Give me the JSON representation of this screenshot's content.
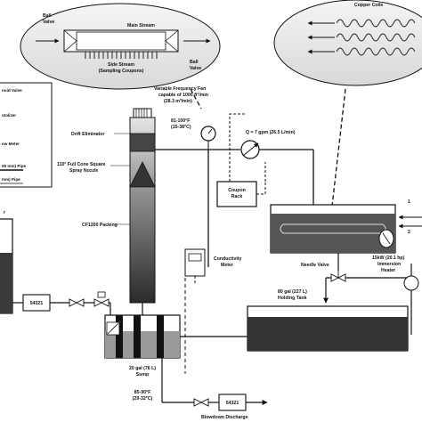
{
  "labels": {
    "copper_coils": "Copper Coils",
    "ball_valve_left": [
      "Ball",
      "Valve"
    ],
    "main_stream": "Main Stream",
    "ball_valve_right": [
      "Ball",
      "Valve"
    ],
    "side_stream": "Side Stream",
    "sampling_coupons": "(Sampling Coupons)",
    "legend_solenoid": "noid Valve",
    "legend_totalizer": "otalizer",
    "legend_flow_meter": "ow Meter",
    "legend_pipe1": "05 mm) Pipe",
    "legend_pipe2": "mm) Pipe",
    "left_tank_r": "r",
    "vfd_fan": [
      "Variable Frequency Fan",
      "capable of 1000 ft³/min",
      "(28.3 m³/min)"
    ],
    "temp_top": [
      "81-100°F",
      "(15-38°C)"
    ],
    "flow_rate": "Q = 7 gpm (26.5 L/min)",
    "drift_eliminator": "Drift Eliminator",
    "spray_nozzle": [
      "110° Full Cone Square",
      "Spray Nozzle"
    ],
    "coupon_rack": [
      "Coupon",
      "Rack"
    ],
    "packing": "CF1200 Packing",
    "conductivity_meter": [
      "Conductivity",
      "Meter"
    ],
    "heater_label_1": "1",
    "heater_label_2": "2",
    "heater_power": [
      "15kW (20.1 hp)",
      "Immersion",
      "Heater"
    ],
    "needle_valve": "Needle Valve",
    "holding_tank": [
      "80 gal (227 L)",
      "Holding Tank"
    ],
    "totalizer_left": "54321",
    "totalizer_bottom": "54321",
    "sump": [
      "20 gal (76 L)",
      "Sump"
    ],
    "temp_bottom": [
      "85-90°F",
      "(29-32°C)"
    ],
    "blowdown": "Blowdown Discharge"
  }
}
